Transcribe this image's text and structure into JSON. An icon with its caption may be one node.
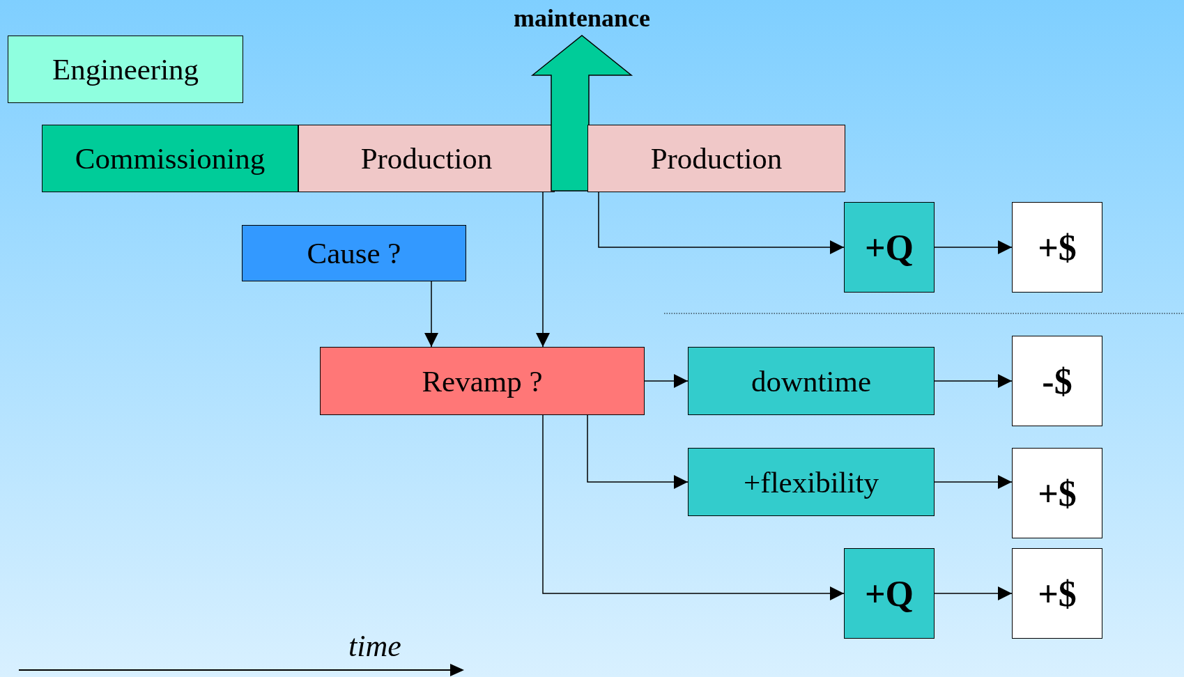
{
  "diagram": {
    "nodes": [
      {
        "text": [
          "Engineering"
        ]
      },
      {
        "text": [
          "Commissioning"
        ]
      },
      {
        "text": [
          "Production"
        ]
      },
      {
        "text": [
          "maintenance"
        ]
      },
      {
        "text": [
          "Production"
        ]
      },
      {
        "text": [
          "Cause ?"
        ]
      },
      {
        "text": [
          "+Q"
        ]
      },
      {
        "text": [
          "+$"
        ]
      },
      {
        "text": [
          "Revamp ?"
        ]
      },
      {
        "text": [
          "downtime"
        ]
      },
      {
        "text": [
          "-$"
        ]
      },
      {
        "text": [
          "+flexibility"
        ]
      },
      {
        "text": [
          "+$"
        ]
      },
      {
        "text": [
          "+Q"
        ]
      },
      {
        "text": [
          "+$"
        ]
      }
    ],
    "edges": [
      {
        "from": 4,
        "to": 6,
        "arrow": "to"
      },
      {
        "from": 6,
        "to": 7,
        "arrow": "to"
      },
      {
        "from": 2,
        "to": 8,
        "arrow": "to"
      },
      {
        "from": 5,
        "to": 8,
        "arrow": "to"
      },
      {
        "from": 8,
        "to": 9,
        "arrow": "to"
      },
      {
        "from": 9,
        "to": 10,
        "arrow": "to"
      },
      {
        "from": 8,
        "to": 11,
        "arrow": "to"
      },
      {
        "from": 11,
        "to": 12,
        "arrow": "to"
      },
      {
        "from": 8,
        "to": 13,
        "arrow": "to"
      },
      {
        "from": 13,
        "to": 14,
        "arrow": "to"
      }
    ],
    "labels": [
      "time"
    ]
  }
}
